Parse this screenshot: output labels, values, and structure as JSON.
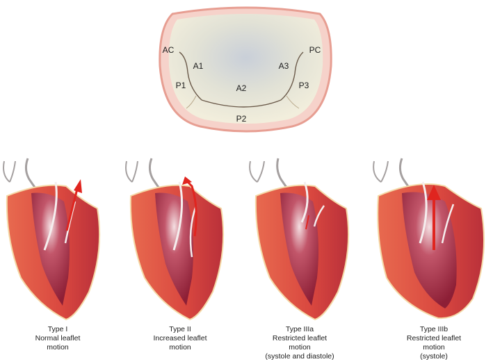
{
  "valve": {
    "labels": {
      "ac": "AC",
      "pc": "PC",
      "a1": "A1",
      "a2": "A2",
      "a3": "A3",
      "p1": "P1",
      "p2": "P2",
      "p3": "P3"
    }
  },
  "panels": [
    {
      "lines": [
        "Type I",
        "Normal leaflet",
        "motion"
      ]
    },
    {
      "lines": [
        "Type II",
        "Increased leaflet",
        "motion"
      ]
    },
    {
      "lines": [
        "Type IIIa",
        "Restricted leaflet",
        "motion",
        "(systole and diastole)"
      ]
    },
    {
      "lines": [
        "Type IIIb",
        "Restricted leaflet",
        "motion",
        "(systole)"
      ]
    }
  ],
  "colors": {
    "myocardium": "#d9473f",
    "myocardium_dark": "#9e2231",
    "cavity": "#b8324a",
    "vessel_fill": "#f7ecec",
    "arrow": "#e0251f",
    "valve_ring": "#f0b2a8",
    "valve_fill": "#ece7d7"
  }
}
